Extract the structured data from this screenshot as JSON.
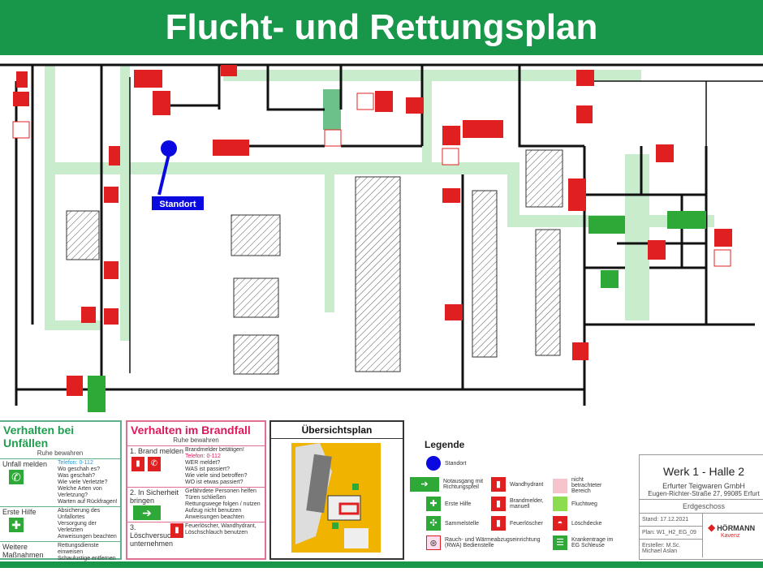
{
  "title": "Flucht- und Rettungsplan",
  "plan": {
    "standort_label": "Standort"
  },
  "accident": {
    "title": "Verhalten bei Unfällen",
    "subtitle": "Ruhe bewahren",
    "rows": [
      {
        "label": "Unfall melden",
        "phone": "Telefon: 0-112",
        "text": [
          "Wo geschah es?",
          "Was geschah?",
          "Wie viele Verletzte?",
          "Welche Arten von Verletzung?",
          "Warten auf Rückfragen!"
        ]
      },
      {
        "label": "Erste Hilfe",
        "text": [
          "Absicherung des Unfallortes",
          "Versorgung der Verletzten",
          "Anweisungen beachten"
        ]
      },
      {
        "label": "Weitere Maßnahmen",
        "text": [
          "Rettungsdienste einweisen",
          "Schaulustige entfernen"
        ]
      }
    ]
  },
  "fire": {
    "title": "Verhalten im Brandfall",
    "subtitle": "Ruhe bewahren",
    "rows": [
      {
        "label": "1. Brand melden",
        "phone": "Telefon: 0-112",
        "text": [
          "Brandmelder betätigen!",
          "WER meldet?",
          "WAS ist passiert?",
          "Wie viele sind betroffen?",
          "WO ist etwas passiert?"
        ]
      },
      {
        "label": "2. In Sicherheit bringen",
        "text": [
          "Gefährdete Personen helfen",
          "Türen schließen",
          "Rettungswege folgen / nutzen",
          "Aufzug nicht benutzen",
          "Anweisungen beachten"
        ]
      },
      {
        "label": "3. Löschversuch unternehmen",
        "text": [
          "Feuerlöscher, Wandhydrant,",
          "Löschschlauch benutzen"
        ]
      }
    ]
  },
  "overview": {
    "title": "Übersichtsplan"
  },
  "legend": {
    "title": "Legende",
    "items": [
      "Standort",
      "Notausgang mit Richtungspfeil",
      "Erste Hilfe",
      "Sammelstelle",
      "Rauch- und Wärmeabzugseinrichtung (RWA) Bedienstelle",
      "Wandhydrant",
      "Brandmelder, manuell",
      "Feuerlöscher",
      "nicht betrachteter Bereich",
      "Fluchtweg",
      "Löschdecke",
      "Krankentrage im EG Schleuse"
    ]
  },
  "titleblock": {
    "name": "Werk 1 - Halle 2",
    "company": "Erfurter Teigwaren GmbH",
    "address": "Eugen-Richter-Straße 27, 99085 Erfurt",
    "floor": "Erdgeschoss",
    "date_label": "Stand:",
    "date": "17.12.2021",
    "plan_label": "Plan:",
    "plan": "W1_H2_EG_09",
    "author_label": "Ersteller:",
    "author": "M.Sc. Michael Aslan",
    "logo": "HÖRMANN",
    "logo_sub": "Kavenz"
  },
  "colors": {
    "green": "#18964a",
    "escape": "#c8eccc",
    "red": "#e02020",
    "blue": "#0a0ae0"
  }
}
